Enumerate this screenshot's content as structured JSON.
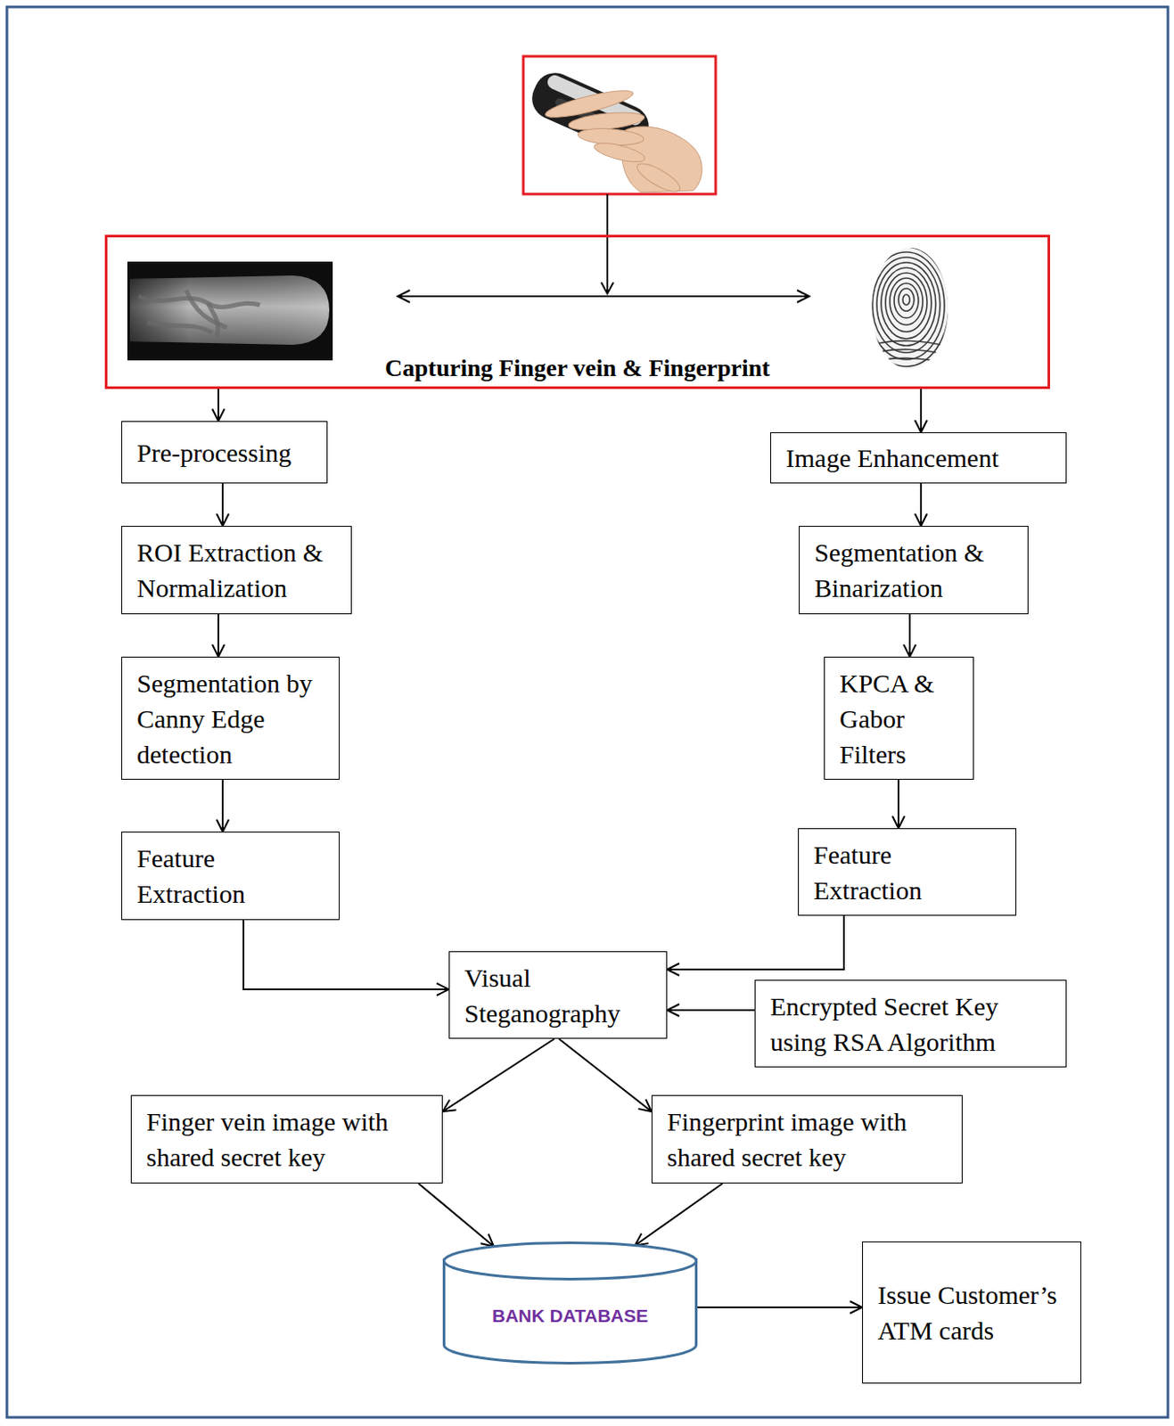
{
  "diagram": {
    "nodes": [
      {
        "text": [
          "Capturing Finger vein & Fingerprint"
        ]
      },
      {
        "text": [
          "Pre-processing"
        ]
      },
      {
        "text": [
          "ROI Extraction & Normalization"
        ]
      },
      {
        "text": [
          "Segmentation by Canny Edge detection"
        ]
      },
      {
        "text": [
          "Feature Extraction"
        ]
      },
      {
        "text": [
          "Image Enhancement"
        ]
      },
      {
        "text": [
          "Segmentation & Binarization"
        ]
      },
      {
        "text": [
          "KPCA & Gabor Filters"
        ]
      },
      {
        "text": [
          "Feature Extraction"
        ]
      },
      {
        "text": [
          "Visual Steganography"
        ]
      },
      {
        "text": [
          "Encrypted Secret Key using RSA Algorithm"
        ]
      },
      {
        "text": [
          "Finger vein image with shared secret key"
        ]
      },
      {
        "text": [
          "Fingerprint image with shared secret key"
        ]
      },
      {
        "text": [
          "BANK DATABASE"
        ]
      },
      {
        "text": [
          "Issue Customer’s ATM cards"
        ]
      }
    ],
    "edges": [
      {
        "from": 0,
        "to": 1,
        "arrow": "to"
      },
      {
        "from": 0,
        "to": 5,
        "arrow": "to"
      },
      {
        "from": 1,
        "to": 2,
        "arrow": "to"
      },
      {
        "from": 2,
        "to": 3,
        "arrow": "to"
      },
      {
        "from": 3,
        "to": 4,
        "arrow": "to"
      },
      {
        "from": 5,
        "to": 6,
        "arrow": "to"
      },
      {
        "from": 6,
        "to": 7,
        "arrow": "to"
      },
      {
        "from": 7,
        "to": 8,
        "arrow": "to"
      },
      {
        "from": 4,
        "to": 9,
        "arrow": "to"
      },
      {
        "from": 8,
        "to": 9,
        "arrow": "to"
      },
      {
        "from": 10,
        "to": 9,
        "arrow": "to"
      },
      {
        "from": 9,
        "to": 11,
        "arrow": "to"
      },
      {
        "from": 9,
        "to": 12,
        "arrow": "to"
      },
      {
        "from": 11,
        "to": 13,
        "arrow": "to"
      },
      {
        "from": 12,
        "to": 13,
        "arrow": "to"
      },
      {
        "from": 13,
        "to": 14,
        "arrow": "to"
      }
    ]
  }
}
